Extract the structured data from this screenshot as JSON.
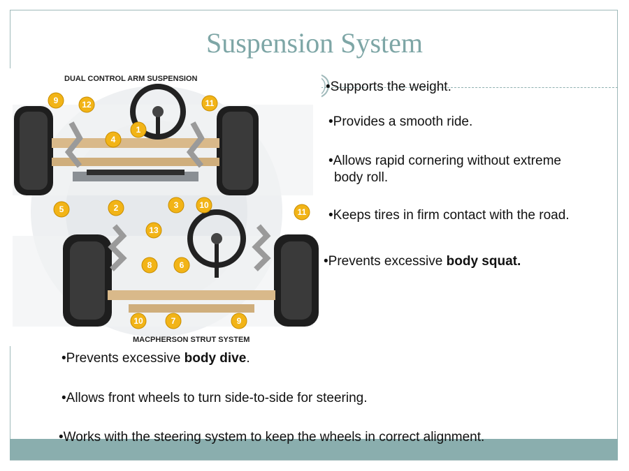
{
  "slide": {
    "title": "Suspension System",
    "colors": {
      "title": "#7ea6a6",
      "accent_bar": "#d6004f",
      "band": "#8aaeae",
      "callout": "#f2b417"
    }
  },
  "figure": {
    "top_label": "DUAL CONTROL ARM SUSPENSION",
    "bottom_label": "MACPHERSON STRUT SYSTEM",
    "top_callouts": [
      "9",
      "12",
      "4",
      "1",
      "11",
      "5",
      "2",
      "3",
      "10"
    ],
    "bottom_callouts": [
      "11",
      "13",
      "8",
      "6",
      "10",
      "7",
      "9"
    ]
  },
  "bullets": {
    "b1": "•Supports the weight.",
    "b2": "•Provides a smooth ride.",
    "b3_line1": "•Allows rapid cornering without extreme",
    "b3_line2": "body roll.",
    "b4": "•Keeps tires in firm contact with the road.",
    "b5_prefix": "•Prevents excessive ",
    "b5_bold": "body squat.",
    "b6_prefix": "•Prevents excessive ",
    "b6_bold": "body dive",
    "b6_suffix": ".",
    "b7": "•Allows front wheels to turn side-to-side for steering.",
    "b8": "•Works with the steering system to keep the wheels in correct alignment."
  }
}
